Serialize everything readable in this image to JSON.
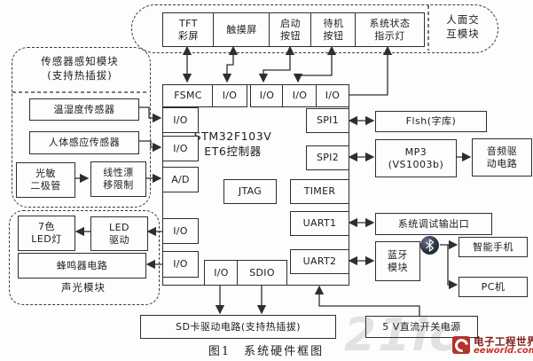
{
  "groups": {
    "hmi": {
      "label": "人面交\n互模块"
    },
    "sensor": {
      "label": "传感器感知模块\n(支持热插拔)"
    },
    "soundlight": {
      "label": "声光模块"
    }
  },
  "boxes": {
    "tft": "TFT\n彩屏",
    "touch": "触摸屏",
    "start": "启动\n按钮",
    "standby": "待机\n按钮",
    "status": "系统状态\n指示灯",
    "temp": "温湿度传感器",
    "body": "人体感应传感器",
    "photodiode": "光敏\n二极管",
    "drift": "线性漂\n移限制",
    "led7": "7色\nLED灯",
    "leddrv": "LED\n驱动",
    "buzzer": "蜂鸣器电路",
    "flash": "Flsh(字库)",
    "mp3": "MP3\n(VS1003b)",
    "audio": "音频驱\n动电路",
    "debug": "系统调试输出口",
    "bluetooth": "蓝牙\n模块",
    "phone": "智能手机",
    "pc": "PC机",
    "sdcard": "SD卡驱动电路(支持热插拔)",
    "power": "5 V直流开关电源"
  },
  "controller": {
    "name": "STM32F103V\nET6控制器",
    "ports": {
      "fsmc": "FSMC",
      "io": "I/O",
      "ad": "A/D",
      "spi1": "SPI1",
      "spi2": "SPI2",
      "jtag": "JTAG",
      "timer": "TIMER",
      "uart1": "UART1",
      "uart2": "UART2",
      "sdio": "SDIO"
    }
  },
  "caption": "图1　系统硬件框图",
  "watermark": {
    "brand": "电子工程世界",
    "site": "eeworld.com.cn",
    "ghost": "21ic",
    "accent": "#c8312b"
  }
}
